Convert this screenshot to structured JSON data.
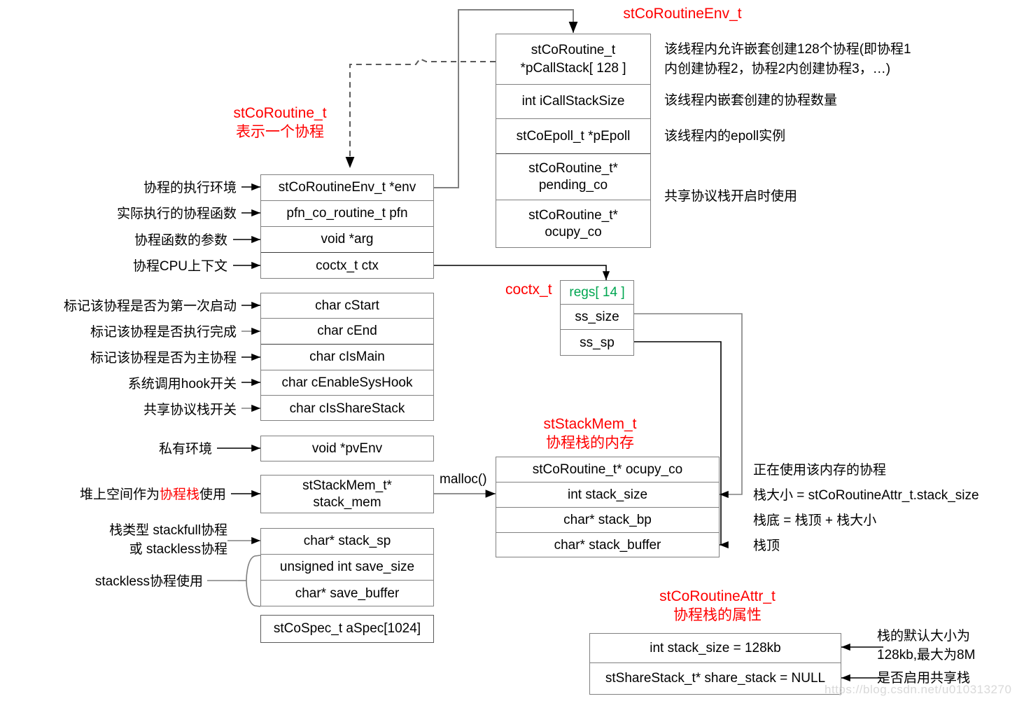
{
  "diagram": {
    "title_env": "stCoRoutineEnv_t",
    "title_coroutine": "stCoRoutine_t\n表示一个协程",
    "title_coctx": "coctx_t",
    "title_stackmem": "stStackMem_t\n协程栈的内存",
    "title_attr": "stCoRoutineAttr_t\n协程栈的属性",
    "malloc_label": "malloc()",
    "watermark": "https://blog.csdn.net/u010313270"
  },
  "env_box": {
    "fields": [
      {
        "text": "stCoRoutine_t",
        "text2": "*pCallStack[ 128 ]"
      },
      {
        "text": "int iCallStackSize"
      },
      {
        "text": "stCoEpoll_t *pEpoll"
      },
      {
        "text": "stCoRoutine_t*\npending_co"
      },
      {
        "text": "stCoRoutine_t*\nocupy_co"
      }
    ],
    "notes": [
      "该线程内允许嵌套创建128个协程(即协程1\n内创建协程2，协程2内创建协程3，…)",
      "该线程内嵌套创建的协程数量",
      "该线程内的epoll实例",
      "共享协议栈开启时使用"
    ]
  },
  "coroutine_box_top": {
    "fields": [
      "stCoRoutineEnv_t *env",
      "pfn_co_routine_t pfn",
      "void *arg",
      "coctx_t ctx"
    ],
    "labels": [
      "协程的执行环境",
      "实际执行的协程函数",
      "协程函数的参数",
      "协程CPU上下文"
    ]
  },
  "coroutine_box_flags": {
    "fields": [
      "char cStart",
      "char cEnd",
      "char cIsMain",
      "char cEnableSysHook",
      "char cIsShareStack"
    ],
    "labels": [
      "标记该协程是否为第一次启动",
      "标记该协程是否执行完成",
      "标记该协程是否为主协程",
      "系统调用hook开关",
      "共享协议栈开关"
    ]
  },
  "coroutine_box_env": {
    "fields": [
      "void *pvEnv"
    ],
    "labels": [
      "私有环境"
    ]
  },
  "coroutine_box_stackmem": {
    "fields": [
      "stStackMem_t*\nstack_mem"
    ],
    "label_prefix": "堆上空间作为",
    "label_highlight": "协程栈",
    "label_suffix": "使用"
  },
  "coroutine_box_save": {
    "fields": [
      "char* stack_sp",
      "unsigned int save_size",
      "char* save_buffer"
    ],
    "label_stacktype": "栈类型 stackfull协程\n或 stackless协程",
    "label_stackless": "stackless协程使用"
  },
  "coroutine_box_spec": {
    "fields": [
      "stCoSpec_t aSpec[1024]"
    ]
  },
  "coctx_box": {
    "fields": [
      {
        "text": "regs[ 14 ]",
        "green": true
      },
      {
        "text": "ss_size"
      },
      {
        "text": "ss_sp"
      }
    ]
  },
  "stackmem_box": {
    "fields": [
      "stCoRoutine_t* ocupy_co",
      "int stack_size",
      "char* stack_bp",
      "char* stack_buffer"
    ],
    "notes": [
      "正在使用该内存的协程",
      "栈大小 = stCoRoutineAttr_t.stack_size",
      "栈底 = 栈顶 + 栈大小",
      "栈顶"
    ]
  },
  "attr_box": {
    "fields": [
      "int stack_size = 128kb",
      "stShareStack_t*  share_stack = NULL"
    ],
    "notes": [
      "栈的默认大小为\n128kb,最大为8M",
      "是否启用共享栈"
    ]
  },
  "colors": {
    "accent_red": "#ff0000",
    "accent_green": "#00a651",
    "border": "#808080",
    "text": "#000000"
  }
}
